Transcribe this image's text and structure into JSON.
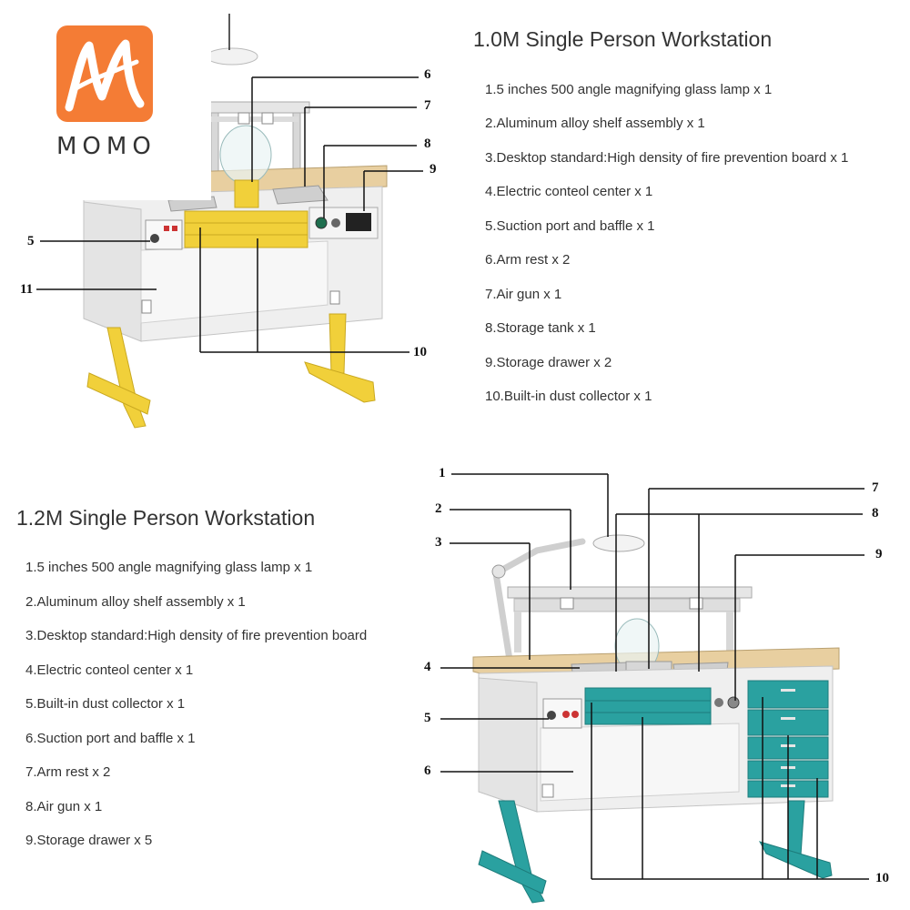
{
  "brand": {
    "name": "MOMO",
    "accent": "#f47c35"
  },
  "colors": {
    "yellow": "#f1d03a",
    "teal": "#2aa1a0",
    "wood": "#e8cfa0",
    "cabinet": "#eeeeee"
  },
  "section1": {
    "title": "1.0M Single Person Workstation",
    "items": [
      "1.5 inches 500 angle magnifying glass lamp x 1",
      "2.Aluminum alloy shelf assembly x 1",
      "3.Desktop standard:High density of fire prevention board x 1",
      "4.Electric conteol center x 1",
      "5.Suction port and baffle x 1",
      "6.Arm rest x 2",
      "7.Air gun x 1",
      "8.Storage tank x 1",
      "9.Storage drawer x 2",
      "10.Built-in dust collector x 1"
    ],
    "callouts": [
      "6",
      "7",
      "8",
      "9",
      "5",
      "11",
      "10"
    ]
  },
  "section2": {
    "title": "1.2M Single Person Workstation",
    "items": [
      "1.5 inches 500 angle magnifying glass lamp x 1",
      "2.Aluminum alloy shelf assembly x 1",
      "3.Desktop standard:High density of fire prevention board",
      "4.Electric conteol center x 1",
      "5.Built-in dust collector x 1",
      "6.Suction port and baffle x 1",
      "7.Arm rest x 2",
      "8.Air gun x 1",
      "9.Storage drawer x 5"
    ],
    "callouts": [
      "1",
      "2",
      "3",
      "4",
      "5",
      "6",
      "7",
      "8",
      "9",
      "10"
    ]
  }
}
